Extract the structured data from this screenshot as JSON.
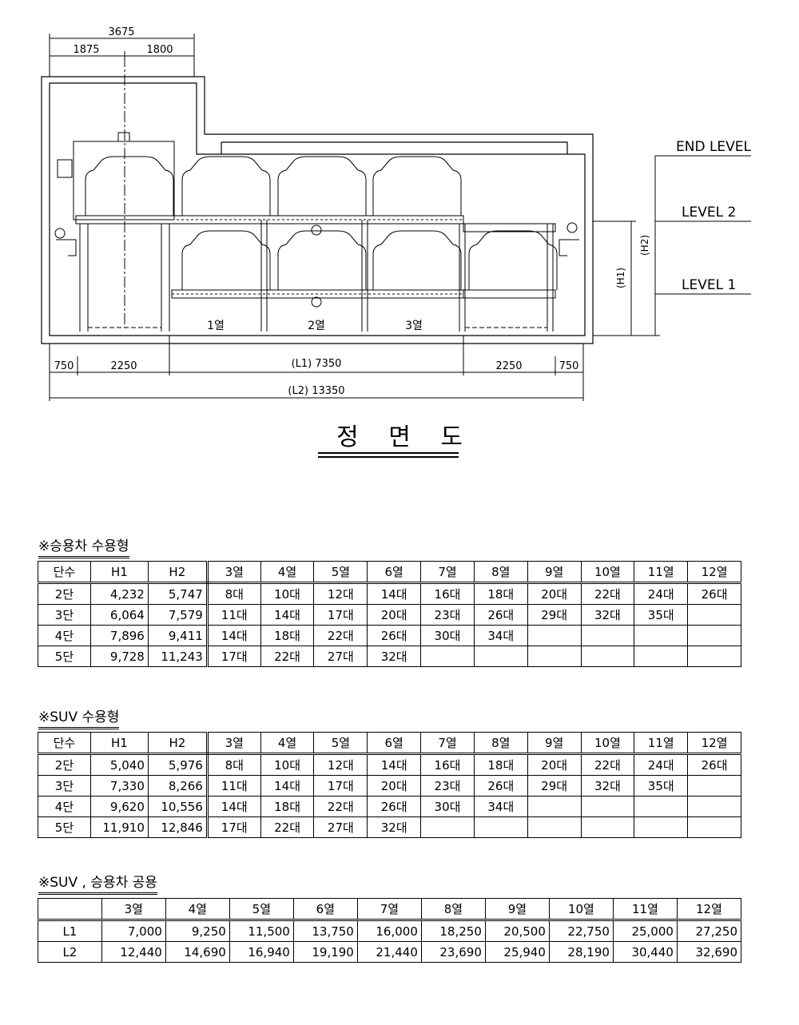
{
  "drawing": {
    "dims_top": {
      "total": "3675",
      "left": "1875",
      "right": "1800"
    },
    "levels": [
      "END LEVEL",
      "LEVEL 2",
      "LEVEL 1"
    ],
    "height_labels": [
      "(H1)",
      "(H2)"
    ],
    "row_labels": [
      "1열",
      "2열",
      "3열"
    ],
    "dims_bottom": {
      "a": "750",
      "b": "2250",
      "l1": "(L1)  7350",
      "c": "2250",
      "d": "750",
      "l2": "(L2)  13350"
    },
    "view_title": "정 면 도"
  },
  "table1": {
    "title": "※승용차 수용형",
    "headers": [
      "단수",
      "H1",
      "H2",
      "3열",
      "4열",
      "5열",
      "6열",
      "7열",
      "8열",
      "9열",
      "10열",
      "11열",
      "12열"
    ],
    "rows": [
      [
        "2단",
        "4,232",
        "5,747",
        "8대",
        "10대",
        "12대",
        "14대",
        "16대",
        "18대",
        "20대",
        "22대",
        "24대",
        "26대"
      ],
      [
        "3단",
        "6,064",
        "7,579",
        "11대",
        "14대",
        "17대",
        "20대",
        "23대",
        "26대",
        "29대",
        "32대",
        "35대",
        ""
      ],
      [
        "4단",
        "7,896",
        "9,411",
        "14대",
        "18대",
        "22대",
        "26대",
        "30대",
        "34대",
        "",
        "",
        "",
        ""
      ],
      [
        "5단",
        "9,728",
        "11,243",
        "17대",
        "22대",
        "27대",
        "32대",
        "",
        "",
        "",
        "",
        "",
        ""
      ]
    ]
  },
  "table2": {
    "title": "※SUV 수용형",
    "headers": [
      "단수",
      "H1",
      "H2",
      "3열",
      "4열",
      "5열",
      "6열",
      "7열",
      "8열",
      "9열",
      "10열",
      "11열",
      "12열"
    ],
    "rows": [
      [
        "2단",
        "5,040",
        "5,976",
        "8대",
        "10대",
        "12대",
        "14대",
        "16대",
        "18대",
        "20대",
        "22대",
        "24대",
        "26대"
      ],
      [
        "3단",
        "7,330",
        "8,266",
        "11대",
        "14대",
        "17대",
        "20대",
        "23대",
        "26대",
        "29대",
        "32대",
        "35대",
        ""
      ],
      [
        "4단",
        "9,620",
        "10,556",
        "14대",
        "18대",
        "22대",
        "26대",
        "30대",
        "34대",
        "",
        "",
        "",
        ""
      ],
      [
        "5단",
        "11,910",
        "12,846",
        "17대",
        "22대",
        "27대",
        "32대",
        "",
        "",
        "",
        "",
        "",
        ""
      ]
    ]
  },
  "table3": {
    "title": "※SUV , 승용차 공용",
    "headers": [
      "",
      "3열",
      "4열",
      "5열",
      "6열",
      "7열",
      "8열",
      "9열",
      "10열",
      "11열",
      "12열"
    ],
    "rows": [
      [
        "L1",
        "7,000",
        "9,250",
        "11,500",
        "13,750",
        "16,000",
        "18,250",
        "20,500",
        "22,750",
        "25,000",
        "27,250"
      ],
      [
        "L2",
        "12,440",
        "14,690",
        "16,940",
        "19,190",
        "21,440",
        "23,690",
        "25,940",
        "28,190",
        "30,440",
        "32,690"
      ]
    ]
  }
}
